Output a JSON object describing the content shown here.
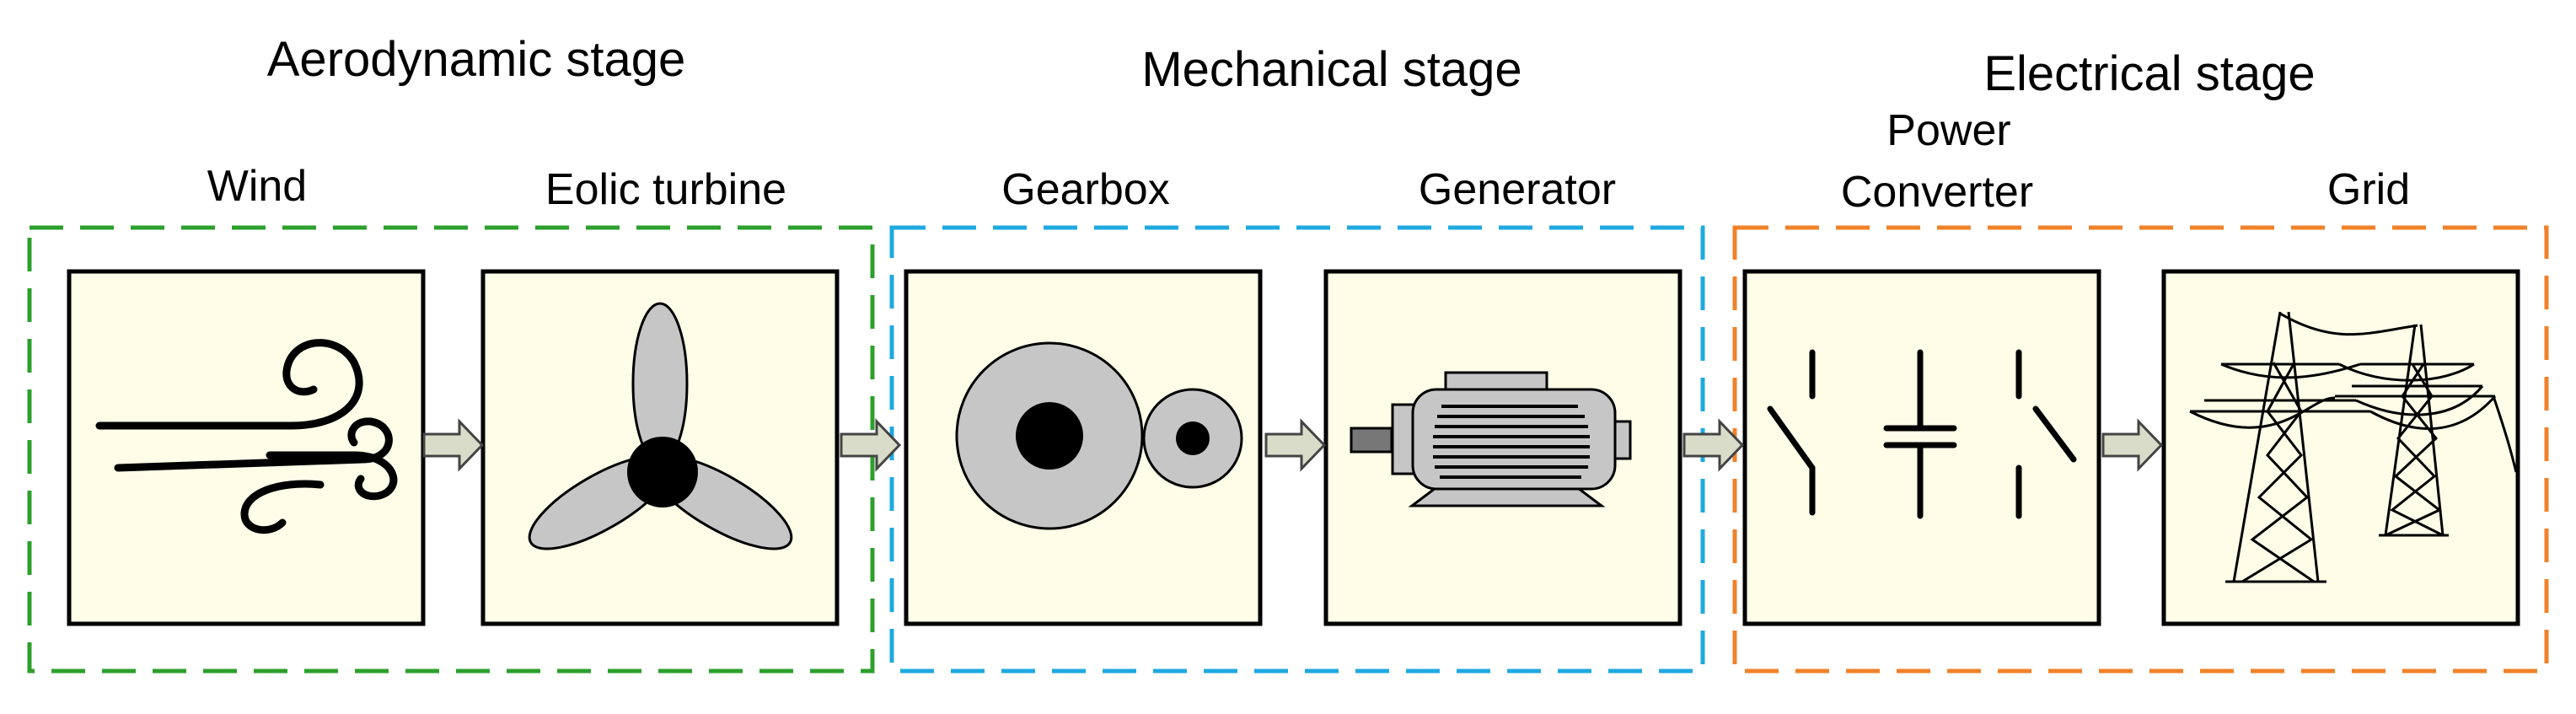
{
  "stages": [
    {
      "id": "aerodynamic",
      "title": "Aerodynamic stage",
      "color": "#2ca02c"
    },
    {
      "id": "mechanical",
      "title": "Mechanical stage",
      "color": "#1fa9e1"
    },
    {
      "id": "electrical",
      "title": "Electrical stage",
      "color": "#f0822a"
    }
  ],
  "components": [
    {
      "id": "wind",
      "label": "Wind",
      "icon": "wind-icon"
    },
    {
      "id": "turbine",
      "label": "Eolic turbine",
      "icon": "turbine-icon"
    },
    {
      "id": "gearbox",
      "label": "Gearbox",
      "icon": "gearbox-icon"
    },
    {
      "id": "generator",
      "label": "Generator",
      "icon": "generator-icon"
    },
    {
      "id": "converter",
      "label_line1": "Power",
      "label_line2": "Converter",
      "icon": "power-converter-icon"
    },
    {
      "id": "grid",
      "label": "Grid",
      "icon": "transmission-tower-icon"
    }
  ],
  "colors": {
    "panel_fill": "#fdfde8",
    "arrow_fill": "#d9dcc9",
    "icon_gray": "#c6c6c6"
  }
}
